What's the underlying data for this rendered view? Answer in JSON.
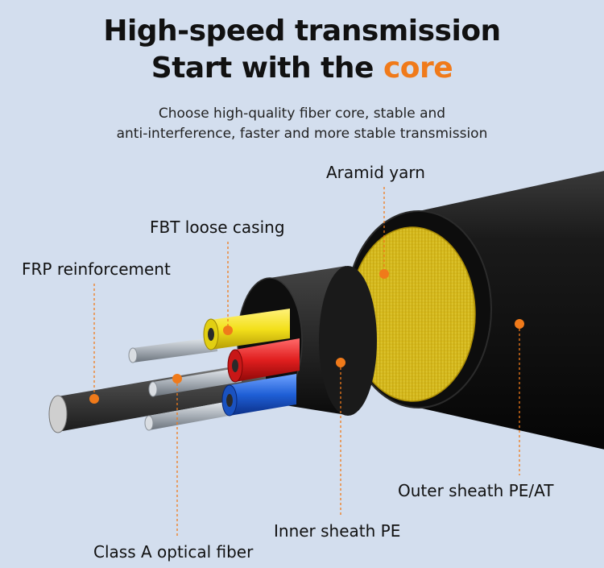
{
  "header": {
    "title_line1": "High-speed transmission",
    "title_line2_prefix": "Start with the ",
    "title_line2_accent": "core",
    "subtitle_line1": "Choose high-quality fiber core, stable and",
    "subtitle_line2": "anti-interference, faster and more stable transmission"
  },
  "labels": {
    "aramid": "Aramid yarn",
    "fbt": "FBT loose casing",
    "frp": "FRP reinforcement",
    "outer": "Outer sheath PE/AT",
    "inner": "Inner sheath PE",
    "fiber": "Class A optical fiber"
  },
  "colors": {
    "accent": "#f07a1a",
    "background": "#d3deee",
    "sheath": "#111111",
    "aramid_yarn": "#e8d21e",
    "tube_yellow": "#f3e01b",
    "tube_red": "#e01e1e",
    "tube_blue": "#1f5fd6"
  }
}
